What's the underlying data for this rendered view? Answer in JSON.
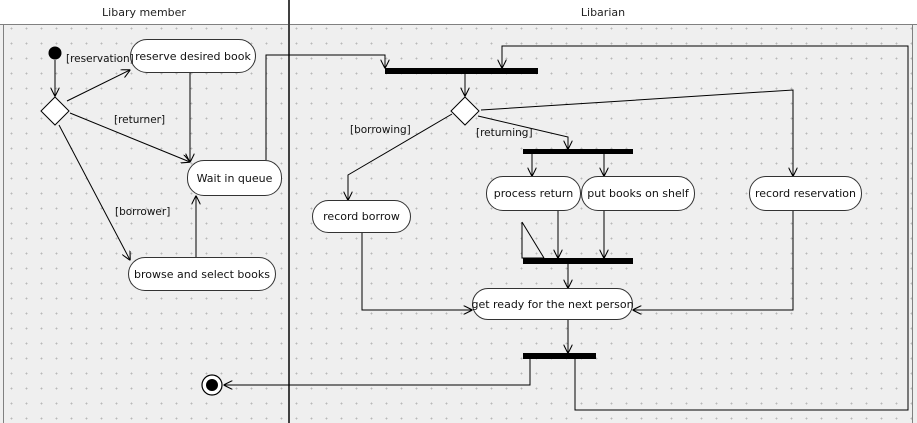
{
  "lanes": {
    "member": "Libary member",
    "librarian": "Libarian"
  },
  "activities": {
    "reserve": "reserve desired book",
    "wait": "Wait in queue",
    "browse": "browse and select books",
    "record_borrow": "record borrow",
    "process_return": "process return",
    "put_books": "put books on shelf",
    "record_reservation": "record reservation",
    "get_ready": "get ready for the next person"
  },
  "guards": {
    "reservation": "[reservation]",
    "returner": "[returner]",
    "borrower": "[borrower]",
    "borrowing": "[borrowing]",
    "returning": "[returning]"
  },
  "colors": {
    "canvas": "#efefef",
    "node_fill": "#ffffff",
    "line": "#000000"
  }
}
